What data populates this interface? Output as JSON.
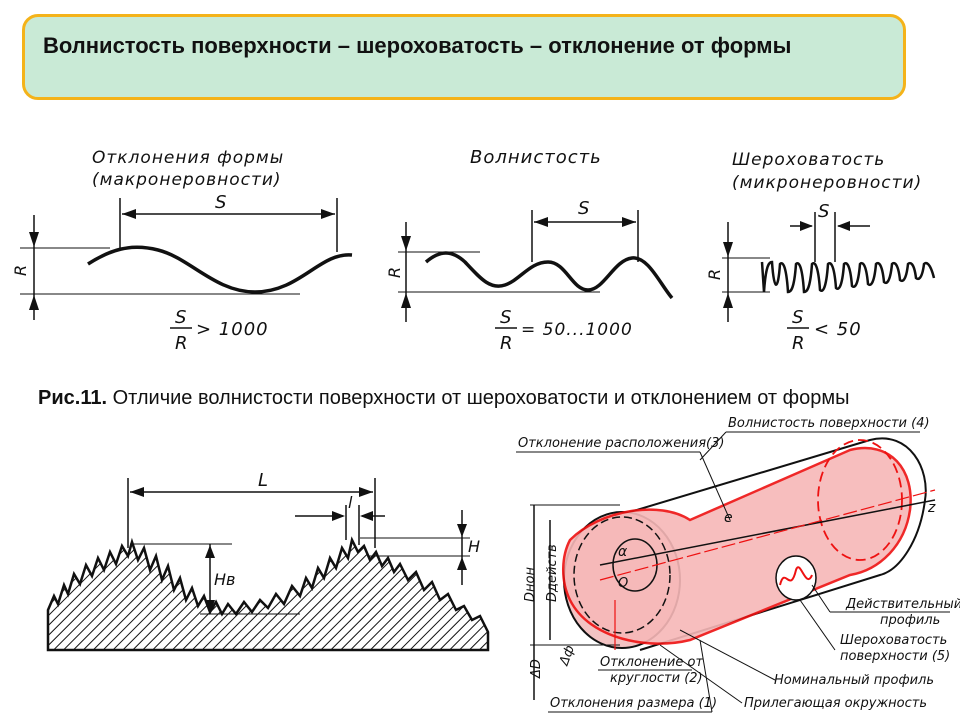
{
  "header": {
    "title": "Волнистость поверхности – шероховатость – отклонение от формы"
  },
  "caption": {
    "fig_label": "Рис.11.",
    "text": "Отличие волнистости поверхности от шероховатости и отклонением от формы"
  },
  "top_diagram": {
    "panels": [
      {
        "title_line1": "Отклонения формы",
        "title_line2": "(макронеровности)",
        "s_label": "S",
        "r_label": "R",
        "ratio_num": "S",
        "ratio_den": "R",
        "ratio_rel": "> 1000"
      },
      {
        "title_line1": "Волнистость",
        "title_line2": "",
        "s_label": "S",
        "r_label": "R",
        "ratio_num": "S",
        "ratio_den": "R",
        "ratio_rel": "= 50...1000"
      },
      {
        "title_line1": "Шероховатость",
        "title_line2": "(микронеровности)",
        "s_label": "S",
        "r_label": "R",
        "ratio_num": "S",
        "ratio_den": "R",
        "ratio_rel": "< 50"
      }
    ]
  },
  "profile_diagram": {
    "L": "L",
    "l": "l",
    "H": "H",
    "Hv": "Hв"
  },
  "cylinder_diagram": {
    "labels": {
      "location_deviation": "Отклонение расположения(3)",
      "waviness": "Волнистость поверхности (4)",
      "actual_profile_1": "Действительный",
      "actual_profile_2": "профиль",
      "roughness_1": "Шероховатость",
      "roughness_2": "поверхности (5)",
      "nominal_profile": "Номинальный профиль",
      "adjacent_circle": "Прилегающая окружность",
      "roundness_1": "Отклонение от",
      "roundness_2": "круглости (2)",
      "size_deviation": "Отклонения размера (1)",
      "d_nom": "Dнон",
      "d_act": "Dдейств",
      "delta_d": "ΔD",
      "delta_phi": "Δф",
      "e": "e",
      "alpha": "α",
      "o": "O",
      "z": "z"
    }
  }
}
